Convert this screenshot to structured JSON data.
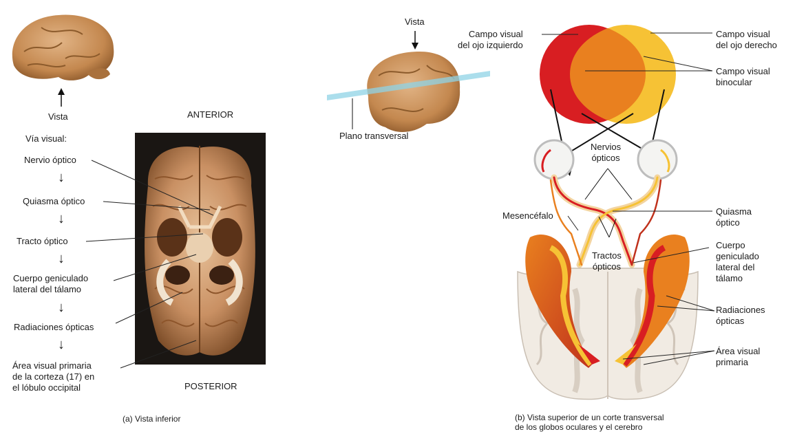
{
  "panel_a": {
    "view_label": "Vista",
    "pathway_heading": "Vía visual:",
    "steps": [
      "Nervio óptico",
      "Quiasma óptico",
      "Tracto óptico",
      "Cuerpo geniculado\nlateral del tálamo",
      "Radiaciones ópticas",
      "Área visual primaria\nde la corteza (17) en\nel lóbulo occipital"
    ],
    "anterior": "ANTERIOR",
    "posterior": "POSTERIOR",
    "caption": "(a) Vista inferior"
  },
  "panel_b": {
    "view_label": "Vista",
    "plane_label": "Plano transversal",
    "left_field": "Campo visual\ndel ojo izquierdo",
    "right_field": "Campo visual\ndel ojo derecho",
    "binocular": "Campo visual\nbinocular",
    "optic_nerves": "Nervios\nópticos",
    "chiasm": "Quiasma\nóptico",
    "midbrain": "Mesencéfalo",
    "optic_tracts": "Tractos\nópticos",
    "lgn": "Cuerpo\ngeniculado\nlateral del\ntálamo",
    "radiations": "Radiaciones\nópticas",
    "visual_area": "Área visual\nprimaria",
    "caption": "(b) Vista superior de un corte transversal\nde los globos oculares y el cerebro"
  },
  "colors": {
    "left_field": "#d81e22",
    "right_field": "#f6c235",
    "binocular": "#e9801f",
    "brain_tan": "#c8925c",
    "background_dark": "#1a1613"
  }
}
